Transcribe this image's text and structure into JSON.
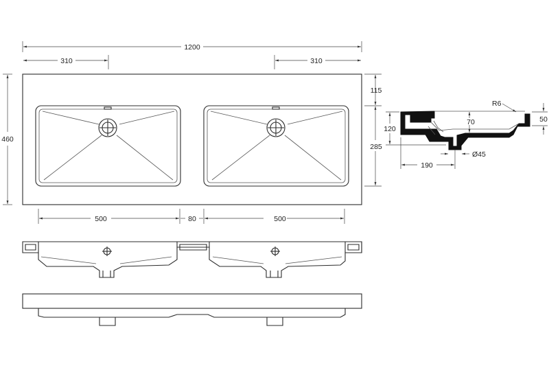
{
  "dimensions": {
    "overall_width": "1200",
    "left_offset": "310",
    "right_offset": "310",
    "overall_depth": "460",
    "front_to_bowl": "115",
    "bowl_depth": "285",
    "bowl_width_left": "500",
    "bowl_gap": "80",
    "bowl_width_right": "500",
    "section_height": "120",
    "section_inner_depth": "70",
    "section_radius": "R6",
    "section_rim_height": "50",
    "drain_offset": "190",
    "drain_diameter": "Ø45"
  }
}
